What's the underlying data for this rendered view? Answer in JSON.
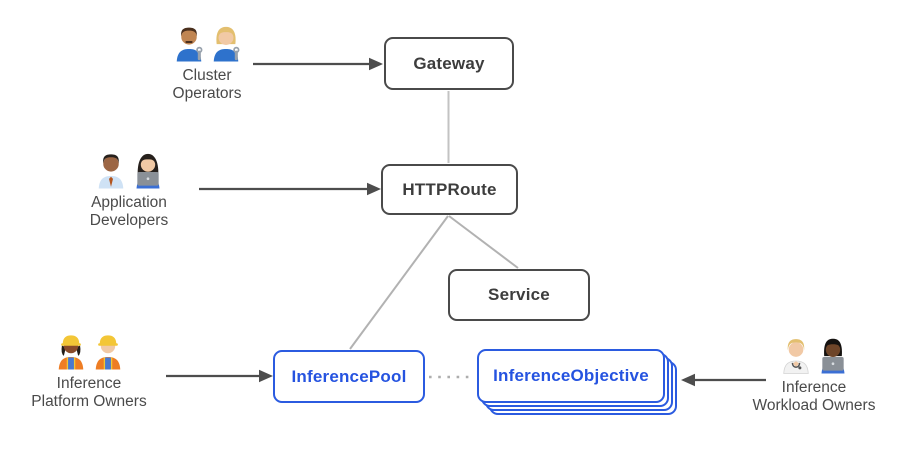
{
  "diagram": {
    "nodes": {
      "gateway": {
        "label": "Gateway",
        "style": "gray"
      },
      "httproute": {
        "label": "HTTPRoute",
        "style": "gray"
      },
      "service": {
        "label": "Service",
        "style": "gray"
      },
      "inference_pool": {
        "label": "InferencePool",
        "style": "blue"
      },
      "inference_objective": {
        "label": "InferenceObjective",
        "style": "blue-stacked",
        "stack_count": 4
      }
    },
    "personas": {
      "cluster_operators": {
        "line1": "Cluster",
        "line2": "Operators",
        "icons": [
          "man-mechanic",
          "woman-mechanic"
        ],
        "points_to": "gateway"
      },
      "application_developers": {
        "line1": "Application",
        "line2": "Developers",
        "icons": [
          "man-office-worker",
          "woman-technologist"
        ],
        "points_to": "httproute"
      },
      "inference_platform_owners": {
        "line1": "Inference",
        "line2": "Platform Owners",
        "icons": [
          "woman-construction-worker",
          "man-construction-worker"
        ],
        "points_to": "inference_pool"
      },
      "inference_workload_owners": {
        "line1": "Inference",
        "line2": "Workload Owners",
        "icons": [
          "health-worker",
          "man-technologist"
        ],
        "points_to": "inference_objective"
      }
    },
    "edges": [
      {
        "from": "gateway",
        "to": "httproute",
        "style": "solid-gray"
      },
      {
        "from": "httproute",
        "to": "service",
        "style": "solid-gray"
      },
      {
        "from": "httproute",
        "to": "inference_pool",
        "style": "solid-gray"
      },
      {
        "from": "inference_pool",
        "to": "inference_objective",
        "style": "dotted-gray"
      }
    ],
    "colors": {
      "background": "#ffffff",
      "node_border_gray": "#4a4a4a",
      "node_text_gray": "#3d3d3d",
      "node_blue": "#2b5be0",
      "connector_gray": "#b4b4b4",
      "arrow_dark": "#4d4d4d",
      "persona_text": "#4a4a4a"
    }
  }
}
